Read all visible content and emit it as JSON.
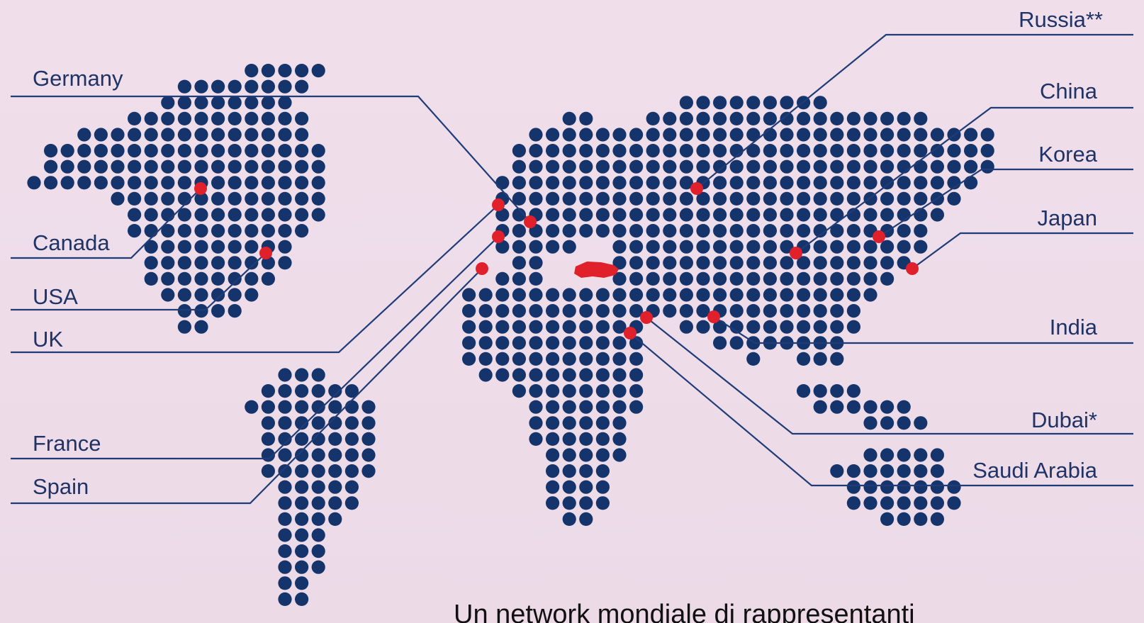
{
  "title": "",
  "colors": {
    "background": "#efdde9",
    "land_dots": "#14346b",
    "markers": "#e0202b",
    "leader_lines": "#1f3c78",
    "label_text": "#1f3366",
    "highlight_country": "#e0202b"
  },
  "locations": [
    {
      "id": "germany",
      "label": "Germany"
    },
    {
      "id": "canada",
      "label": "Canada"
    },
    {
      "id": "usa",
      "label": "USA"
    },
    {
      "id": "uk",
      "label": "UK"
    },
    {
      "id": "france",
      "label": "France"
    },
    {
      "id": "spain",
      "label": "Spain"
    },
    {
      "id": "russia",
      "label": "Russia**"
    },
    {
      "id": "china",
      "label": "China"
    },
    {
      "id": "korea",
      "label": "Korea"
    },
    {
      "id": "japan",
      "label": "Japan"
    },
    {
      "id": "india",
      "label": "India"
    },
    {
      "id": "dubai",
      "label": "Dubai*"
    },
    {
      "id": "saudi",
      "label": "Saudi Arabia"
    }
  ],
  "highlighted_country_icon": "turkey-shape",
  "tagline": "Un network mondiale di rappresentanti"
}
